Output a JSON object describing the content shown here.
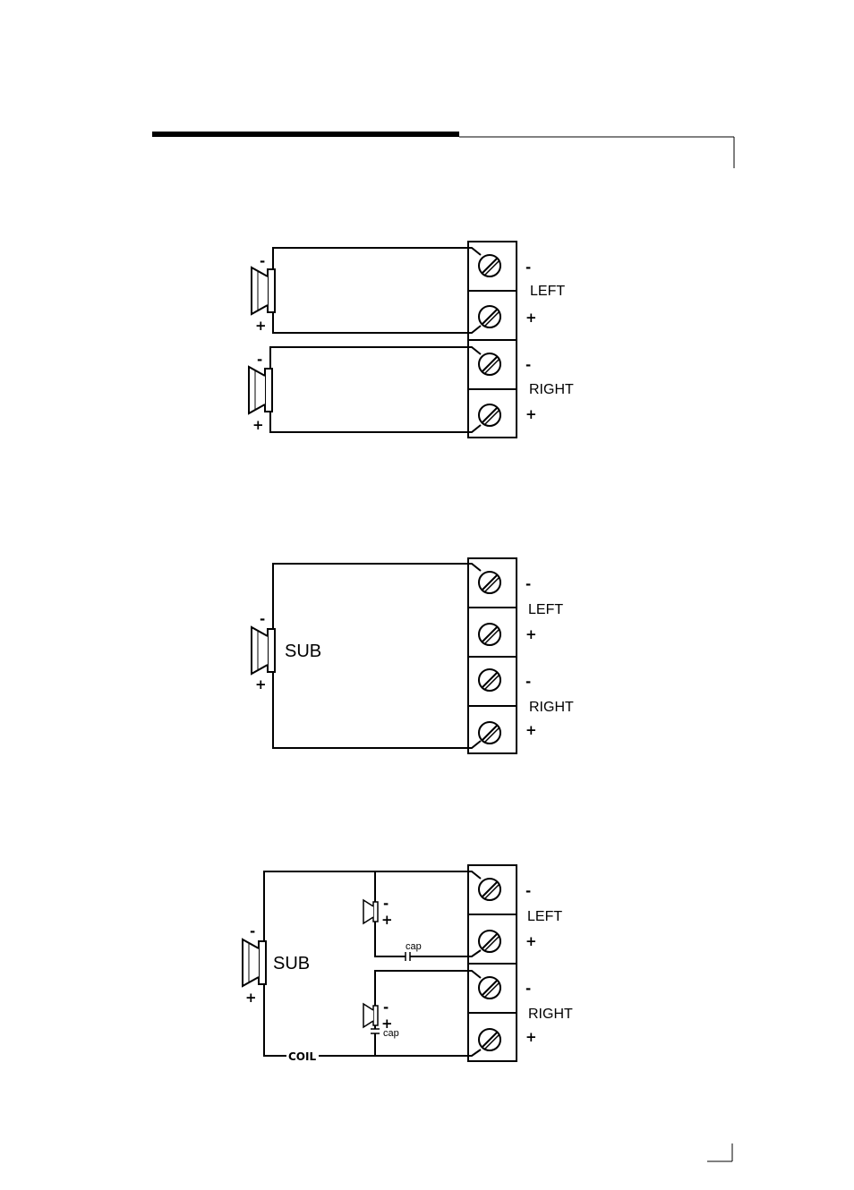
{
  "labels": {
    "left": "LEFT",
    "right": "RIGHT",
    "minus": "-",
    "plus": "+",
    "sub": "SUB",
    "cap": "cap",
    "coil": "COIL"
  },
  "icons": {
    "speaker": "speaker-icon",
    "screw": "screw-terminal-icon",
    "capacitor": "capacitor-icon"
  }
}
